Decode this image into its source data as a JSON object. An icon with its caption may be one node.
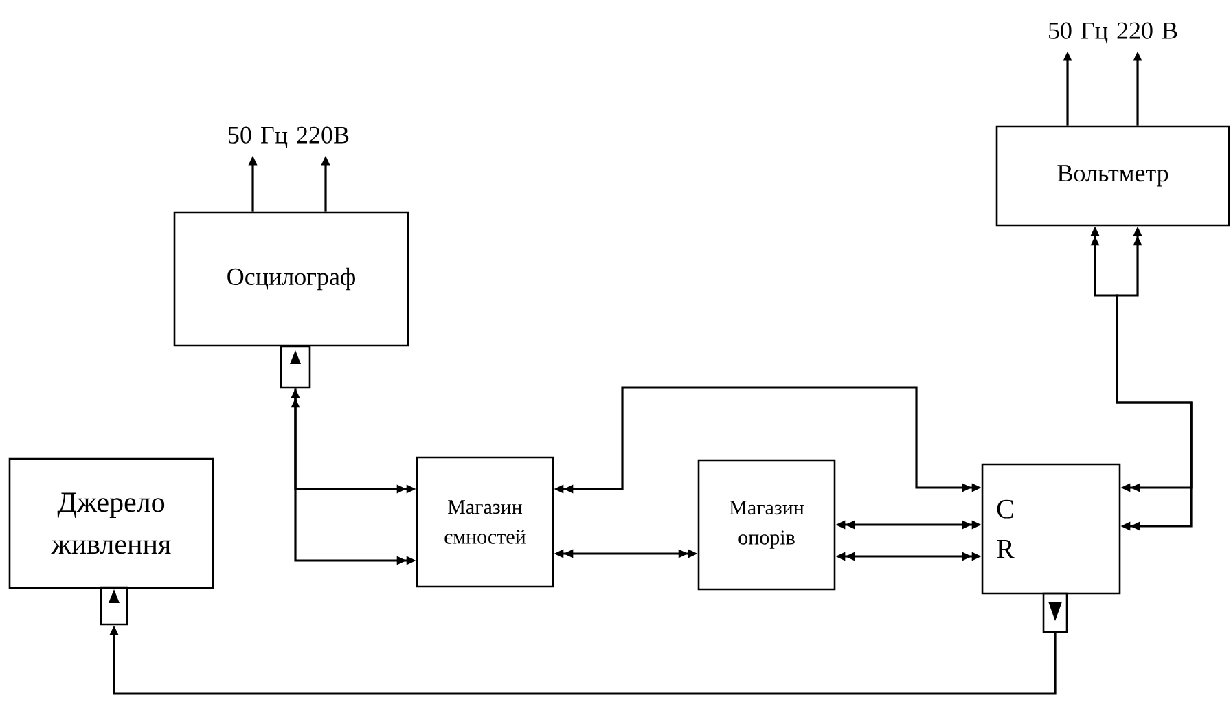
{
  "diagram": {
    "nodes": [
      {
        "text": [
          "50 Гц 220В"
        ]
      },
      {
        "text": [
          "50 Гц 220 В"
        ]
      },
      {
        "text": [
          "Вольтметр"
        ]
      },
      {
        "text": [
          "Осцилограф"
        ]
      },
      {
        "text": [],
        "shape": "box"
      },
      {
        "text": [
          "Джерело живлення"
        ]
      },
      {
        "text": [],
        "shape": "box"
      },
      {
        "text": [
          "Магазин ємностей"
        ]
      },
      {
        "text": [
          "Магазин опорів"
        ]
      },
      {
        "text": [
          "C",
          "R"
        ]
      },
      {
        "text": [],
        "shape": "box"
      }
    ],
    "edges": [
      {
        "from": 3,
        "to": 0,
        "arrow": "to"
      },
      {
        "from": 3,
        "to": 0,
        "arrow": "to"
      },
      {
        "from": 2,
        "to": 1,
        "arrow": "to"
      },
      {
        "from": 2,
        "to": 1,
        "arrow": "to"
      },
      {
        "from": 4,
        "to": 7,
        "arrow": "both"
      },
      {
        "from": 4,
        "to": 7,
        "arrow": "to"
      },
      {
        "from": 7,
        "to": 9,
        "arrow": "both"
      },
      {
        "from": 7,
        "to": 8,
        "arrow": "both"
      },
      {
        "from": 8,
        "to": 9,
        "arrow": "both"
      },
      {
        "from": 8,
        "to": 9,
        "arrow": "both"
      },
      {
        "from": 9,
        "to": 2,
        "arrow": "both"
      },
      {
        "from": 9,
        "to": 2,
        "arrow": "both"
      },
      {
        "from": 10,
        "to": 6,
        "arrow": "to"
      }
    ]
  }
}
